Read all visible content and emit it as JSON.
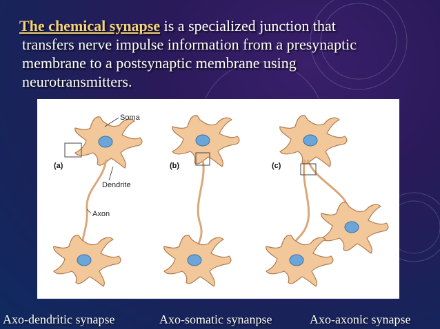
{
  "slide": {
    "highlight": "The chemical synapse",
    "line1_rest": " is a specialized junction that",
    "line2": "transfers nerve impulse information from a presynaptic",
    "line3": "membrane to a postsynaptic membrane using",
    "line4": "neurotransmitters."
  },
  "figure": {
    "labels": {
      "soma": "Soma",
      "dendrite": "Dendrite",
      "axon": "Axon",
      "panel_a": "(a)",
      "panel_b": "(b)",
      "panel_c": "(c)"
    }
  },
  "captions": {
    "axo_dendritic": "Axo-dendritic synapse",
    "axo_somatic": "Axo-somatic synanpse",
    "axo_axonic": "Axo-axonic synapse"
  },
  "colors": {
    "neuron_fill": "#f2c79a",
    "neuron_stroke": "#b07a4e",
    "nucleus_fill": "#6aa6da",
    "highlight_text": "#f3d27a"
  }
}
